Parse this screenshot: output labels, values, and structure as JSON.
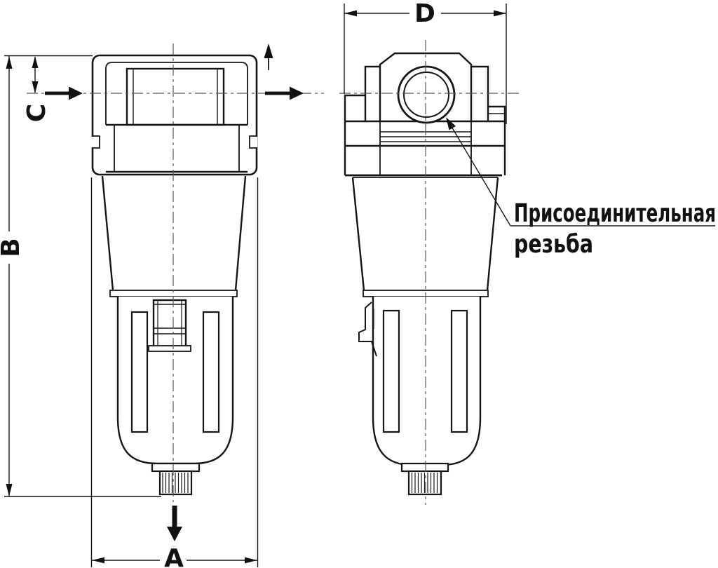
{
  "drawing": {
    "type": "technical-dimension-drawing",
    "subject": "compressed-air-filter-two-views",
    "dimensions": {
      "width_label": "A",
      "height_label": "B",
      "port_offset_label": "C",
      "depth_label": "D"
    },
    "annotation": {
      "line1": "Присоединительная",
      "line2": "резьба"
    },
    "icons": {
      "inlet_flow": "thick-right-arrow",
      "outlet_flow": "thick-right-arrow",
      "vent": "thin-up-arrow",
      "drain_flow": "thick-down-arrow"
    },
    "colors": {
      "line": "#161616",
      "centerline": "#575757",
      "background": "#ffffff"
    }
  }
}
